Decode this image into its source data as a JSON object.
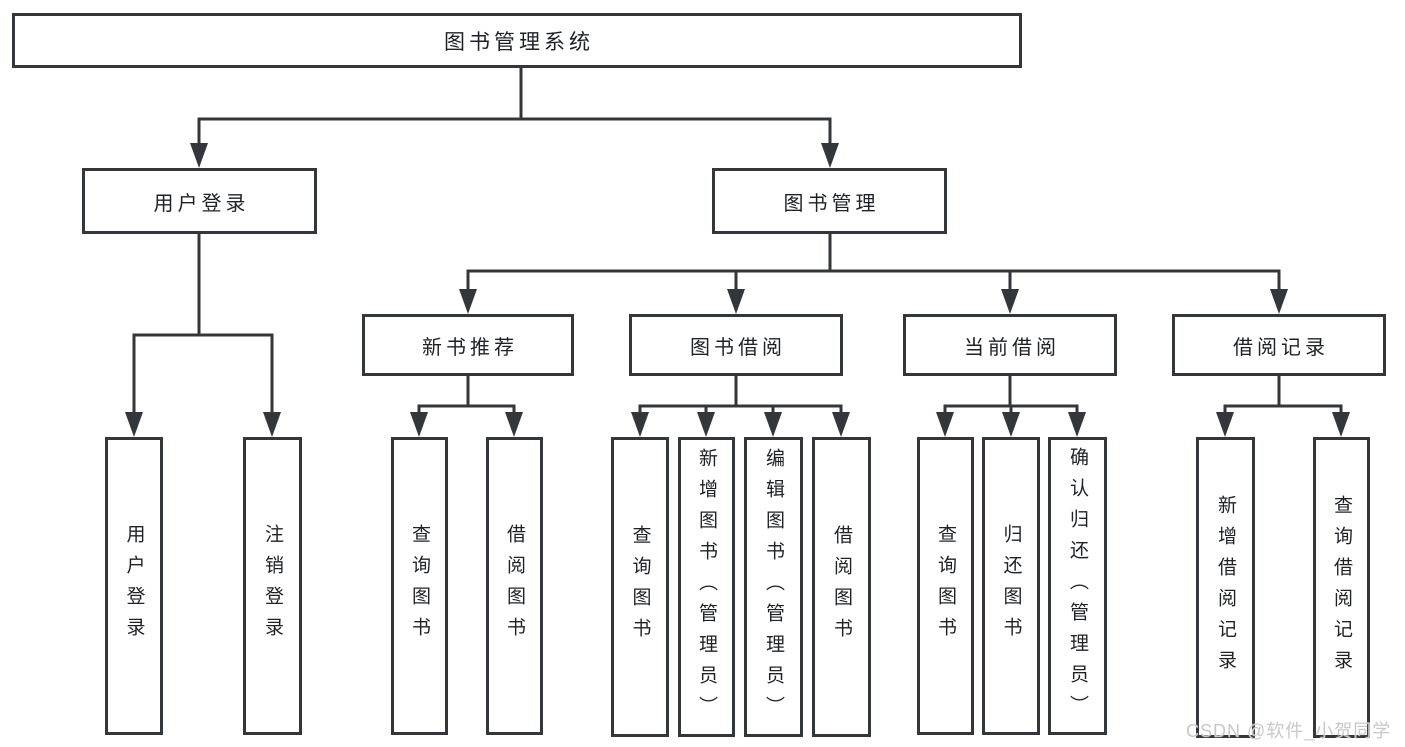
{
  "diagram": {
    "root": {
      "label": "图书管理系统"
    },
    "branches": [
      {
        "label": "用户登录",
        "children": [
          {
            "label": "用户登录"
          },
          {
            "label": "注销登录"
          }
        ]
      },
      {
        "label": "图书管理",
        "children": [
          {
            "label": "新书推荐",
            "children": [
              {
                "label": "查询图书"
              },
              {
                "label": "借阅图书"
              }
            ]
          },
          {
            "label": "图书借阅",
            "children": [
              {
                "label": "查询图书"
              },
              {
                "label": "新增图书（管理员）"
              },
              {
                "label": "编辑图书（管理员）"
              },
              {
                "label": "借阅图书"
              }
            ]
          },
          {
            "label": "当前借阅",
            "children": [
              {
                "label": "查询图书"
              },
              {
                "label": "归还图书"
              },
              {
                "label": "确认归还（管理员）"
              }
            ]
          },
          {
            "label": "借阅记录",
            "children": [
              {
                "label": "新增借阅记录"
              },
              {
                "label": "查询借阅记录"
              }
            ]
          }
        ]
      }
    ]
  },
  "watermark": {
    "text": "CSDN @软件_小贺同学"
  },
  "colors": {
    "line": "#33373b",
    "node_border": "#33373b",
    "node_text": "#1e2226",
    "background": "#ffffff",
    "watermark_text": "#c8c8c8"
  }
}
